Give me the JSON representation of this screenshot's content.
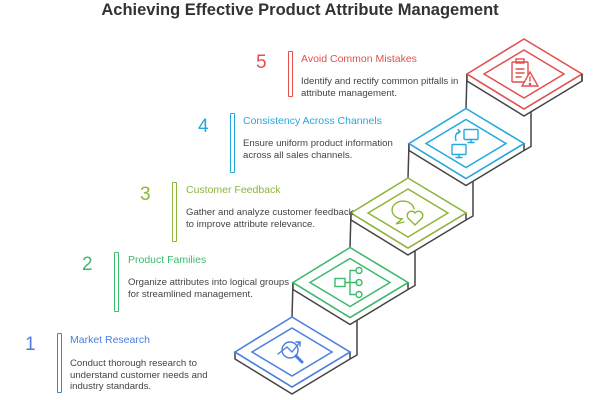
{
  "title": "Achieving Effective Product Attribute Management",
  "steps": [
    {
      "number": "1",
      "title": "Market Research",
      "description": "Conduct thorough research to understand customer needs and industry standards.",
      "color": "#4a7fe0",
      "icon": "chart-magnifier-icon"
    },
    {
      "number": "2",
      "title": "Product Families",
      "description": "Organize attributes into logical groups for streamlined management.",
      "color": "#3dba6e",
      "icon": "hierarchy-icon"
    },
    {
      "number": "3",
      "title": "Customer Feedback",
      "description": "Gather and analyze customer feedback to improve attribute relevance.",
      "color": "#8db63b",
      "icon": "chat-heart-icon"
    },
    {
      "number": "4",
      "title": "Consistency Across Channels",
      "description": "Ensure uniform product information across all sales channels.",
      "color": "#25a9dc",
      "icon": "monitors-sync-icon"
    },
    {
      "number": "5",
      "title": "Avoid Common Mistakes",
      "description": "Identify and rectify common pitfalls in attribute management.",
      "color": "#e2504f",
      "icon": "clipboard-warning-icon"
    }
  ]
}
